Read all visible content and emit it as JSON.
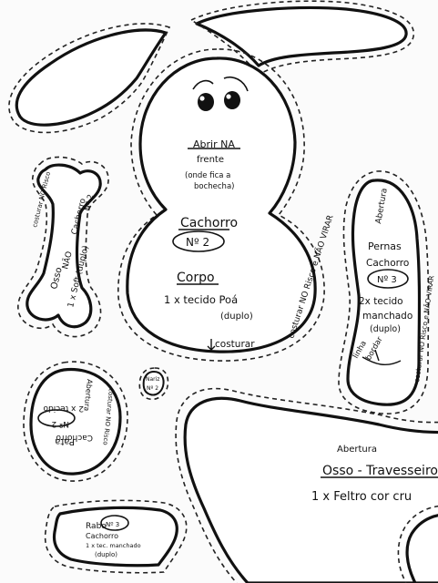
{
  "head_piece": {
    "opening_label": "Abrir NA",
    "opening_detail_1": "frente",
    "opening_detail_2": "(onde fica a",
    "opening_detail_3": "bochecha)",
    "name": "Cachorro",
    "number": "Nº 2",
    "part": "Corpo",
    "quantity": "1 x tecido Poá",
    "double": "(duplo)",
    "sew_note": "costurar",
    "side_note": "costurar NO Risco e NÃO VIRAR"
  },
  "bone_piece": {
    "name": "Osso",
    "negation": "NÃO",
    "tag": "Cachorro",
    "number": "Nº 2",
    "material": "1 x Soft (duplo)",
    "edge_note": "costurar NO Risco"
  },
  "leg_piece": {
    "opening": "Abertura",
    "name": "Pernas",
    "tag": "Cachorro",
    "number": "Nº 3",
    "quantity": "2x tecido",
    "fabric": "manchado",
    "double": "(duplo)",
    "line_1": "linha",
    "line_2": "bordar",
    "side_note": "costurar NO Risco e NÃO VIRAR"
  },
  "paw_piece": {
    "name": "Pata",
    "tag": "Cachorro",
    "number": "Nº 2",
    "quantity": "2 x tecido",
    "opening": "Abertura",
    "side_note": "costurar NO Risco"
  },
  "nose_piece": {
    "name": "Nariz",
    "number": "Nº 2"
  },
  "tail_piece": {
    "name": "Rabo",
    "tag": "Cachorro",
    "number": "Nº 3",
    "quantity": "1 x tec. manchado",
    "double": "(duplo)"
  },
  "pillow_piece": {
    "opening": "Abertura",
    "name": "Osso - Travesseiro",
    "material": "1 x Feltro cor cru"
  }
}
